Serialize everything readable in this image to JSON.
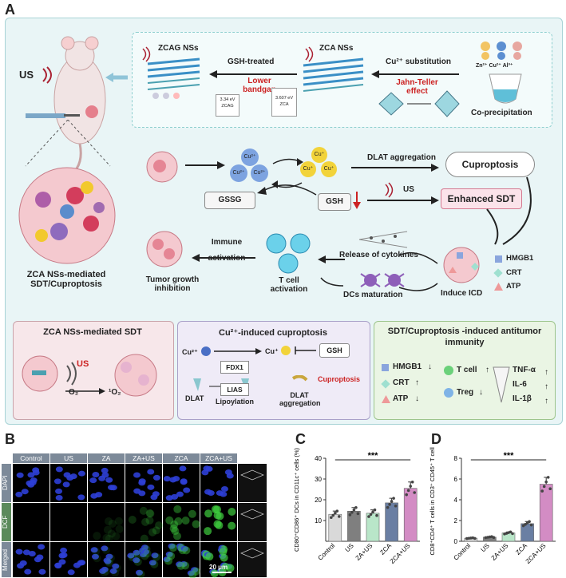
{
  "panels": {
    "a": "A",
    "b": "B",
    "c": "C",
    "d": "D"
  },
  "panel_a": {
    "us_label": "US",
    "zcag_title": "ZCAG NSs",
    "zca_title": "ZCA NSs",
    "gsh_treated": "GSH-treated",
    "lower_bandgap": "Lower bandgap",
    "bandgap_zcag_value": "3.34 eV",
    "bandgap_zcag_name": "ZCAG",
    "bandgap_zca_value": "3.607 eV",
    "bandgap_zca_name": "ZCA",
    "cu_substitution": "Cu²⁺ substitution",
    "jahn_teller": "Jahn-Teller effect",
    "coprecip": "Co-precipitation",
    "ions": "Zn²⁺ Cu²⁺ Al³⁺",
    "cu2_ion": "Cu²⁺",
    "cu1_ion": "Cu⁺",
    "dlat_aggregation": "DLAT aggregation",
    "cuproptosis": "Cuproptosis",
    "gssg": "GSSG",
    "gsh": "GSH",
    "us2": "US",
    "enhanced_sdt": "Enhanced SDT",
    "immune_activation": "Immune activation",
    "release_cytokines": "Release of cytokines",
    "t_cell_activation": "T cell activation",
    "dcs_maturation": "DCs maturation",
    "induce_icd": "Induce ICD",
    "hmgb1": "HMGB1",
    "crt": "CRT",
    "atp": "ATP",
    "tumor_growth": "Tumor growth inhibition",
    "mediated_title": "ZCA NSs-mediated SDT/Cuproptosis",
    "box1_title": "ZCA NSs-mediated SDT",
    "box1_us": "US",
    "box1_o2": "O₂",
    "box1_1o2": "¹O₂",
    "box2_title": "Cu²⁺-induced cuproptosis",
    "box2_cu2": "Cu²⁺",
    "box2_cu1": "Cu⁺",
    "box2_gsh": "GSH",
    "box2_fdx1": "FDX1",
    "box2_lias": "LIAS",
    "box2_dlat": "DLAT",
    "box2_lipoylation": "Lipoylation",
    "box2_dlat_agg": "DLAT aggregation",
    "box2_cuproptosis": "Cuproptosis",
    "box3_title": "SDT/Cuproptosis -induced antitumor immunity",
    "box3_hmgb1": "HMGB1",
    "box3_crt": "CRT",
    "box3_atp": "ATP",
    "box3_tcell": "T cell",
    "box3_treg": "Treg",
    "box3_tnf": "TNF-α",
    "box3_il6": "IL-6",
    "box3_il1b": "IL-1β"
  },
  "panel_b": {
    "columns": [
      "Control",
      "US",
      "ZA",
      "ZA+US",
      "ZCA",
      "ZCA+US"
    ],
    "rows": [
      "DAPI",
      "DCF",
      "Merged"
    ],
    "scale": "20 μm"
  },
  "chart_data": [
    {
      "type": "bar",
      "panel": "C",
      "categories": [
        "Control",
        "US",
        "ZA+US",
        "ZCA",
        "ZCA+US"
      ],
      "values": [
        13,
        14.5,
        13.5,
        18.5,
        25.5
      ],
      "ylabel": "CD80⁺CD86⁺ DCs in CD11c⁺ cells (%)",
      "ylim": [
        0,
        40
      ],
      "yticks": [
        10,
        20,
        30,
        40
      ],
      "significance": "***",
      "colors": [
        "#d9d9d9",
        "#7f7f7f",
        "#b9e6c9",
        "#6a7fa3",
        "#d38cc4"
      ]
    },
    {
      "type": "bar",
      "panel": "D",
      "categories": [
        "Control",
        "US",
        "ZA+US",
        "ZCA",
        "ZCA+US"
      ],
      "values": [
        0.3,
        0.4,
        0.8,
        1.7,
        5.5
      ],
      "ylabel": "CD8⁺CD4⁺ T cells in CD3⁺ CD45⁺ T cells",
      "ylim": [
        0,
        8
      ],
      "yticks": [
        0,
        2,
        4,
        6,
        8
      ],
      "significance": "***",
      "colors": [
        "#d9d9d9",
        "#7f7f7f",
        "#b9e6c9",
        "#6a7fa3",
        "#d38cc4"
      ]
    }
  ]
}
